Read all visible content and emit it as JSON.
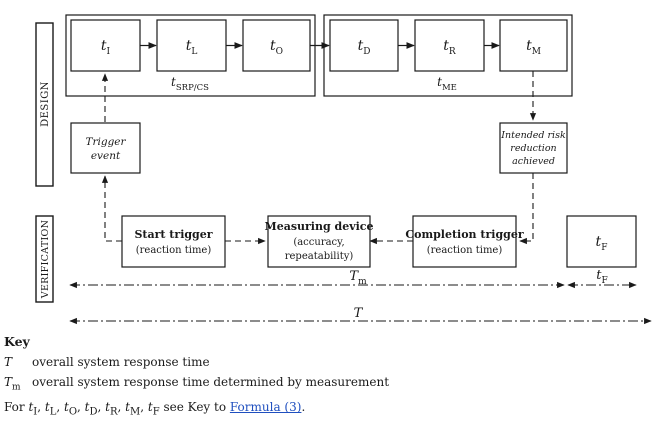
{
  "diagram": {
    "phase_labels": {
      "design": "DESIGN",
      "verification": "VERIFICATION"
    },
    "design_boxes": [
      {
        "base": "t",
        "sub": "I"
      },
      {
        "base": "t",
        "sub": "L"
      },
      {
        "base": "t",
        "sub": "O"
      },
      {
        "base": "t",
        "sub": "D"
      },
      {
        "base": "t",
        "sub": "R"
      },
      {
        "base": "t",
        "sub": "M"
      }
    ],
    "group_labels": [
      {
        "base": "t",
        "sub": "SRP/CS"
      },
      {
        "base": "t",
        "sub": "ME"
      }
    ],
    "trigger_event": [
      "Trigger",
      "event"
    ],
    "intended_risk": [
      "Intended risk",
      "reduction",
      "achieved"
    ],
    "start_trigger": {
      "title": "Start trigger",
      "subtitle": "(reaction time)"
    },
    "measuring_device": {
      "title": "Measuring device",
      "subtitle": [
        "(accuracy,",
        "repeatability)"
      ]
    },
    "completion_trigger": {
      "title": "Completion trigger",
      "subtitle": "(reaction time)"
    },
    "tf_box": {
      "base": "t",
      "sub": "F"
    },
    "dimension_labels": {
      "tm": {
        "base": "T",
        "sub": "m"
      },
      "tf": {
        "base": "t",
        "sub": "F"
      },
      "T": {
        "base": "T"
      }
    }
  },
  "key": {
    "title": "Key",
    "items": [
      {
        "symbol": "T",
        "sub": "",
        "text": "overall system response time"
      },
      {
        "symbol": "T",
        "sub": "m",
        "text": "overall system response time determined by measurement"
      }
    ],
    "footnote": {
      "prefix": "For",
      "vars": [
        {
          "base": "t",
          "sub": "I"
        },
        {
          "base": "t",
          "sub": "L"
        },
        {
          "base": "t",
          "sub": "O"
        },
        {
          "base": "t",
          "sub": "D"
        },
        {
          "base": "t",
          "sub": "R"
        },
        {
          "base": "t",
          "sub": "M"
        },
        {
          "base": "t",
          "sub": "F"
        }
      ],
      "middle": "see Key to",
      "link": "Formula (3)",
      "suffix": "."
    }
  }
}
